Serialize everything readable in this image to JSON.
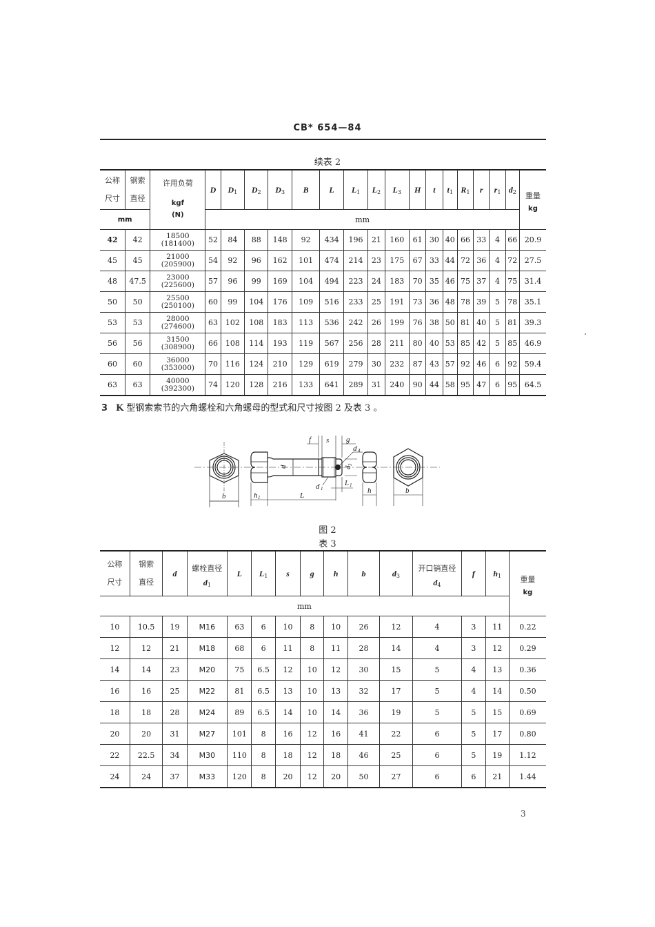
{
  "header": {
    "doc_code": "CB* 654—84"
  },
  "table2": {
    "caption": "续表 2",
    "headers": {
      "nominal_size": [
        "公称",
        "尺寸"
      ],
      "rope_diameter": [
        "钢索",
        "直径"
      ],
      "allowable_load": [
        "许用负荷",
        "kgf",
        "(N)"
      ],
      "dims": [
        {
          "sym": "D",
          "sub": ""
        },
        {
          "sym": "D",
          "sub": "1"
        },
        {
          "sym": "D",
          "sub": "2"
        },
        {
          "sym": "D",
          "sub": "3"
        },
        {
          "sym": "B",
          "sub": ""
        },
        {
          "sym": "L",
          "sub": ""
        },
        {
          "sym": "L",
          "sub": "1"
        },
        {
          "sym": "L",
          "sub": "2"
        },
        {
          "sym": "L",
          "sub": "3"
        },
        {
          "sym": "H",
          "sub": ""
        },
        {
          "sym": "t",
          "sub": ""
        },
        {
          "sym": "t",
          "sub": "1"
        },
        {
          "sym": "R",
          "sub": "1"
        },
        {
          "sym": "r",
          "sub": ""
        },
        {
          "sym": "r",
          "sub": "1"
        },
        {
          "sym": "d",
          "sub": "2"
        }
      ],
      "weight": [
        "重量",
        "kg"
      ],
      "unit_mm": "mm"
    },
    "rows": [
      [
        "42",
        "42",
        "18500",
        "(181400)",
        "52",
        "84",
        "88",
        "148",
        "92",
        "434",
        "196",
        "21",
        "160",
        "61",
        "30",
        "40",
        "66",
        "33",
        "4",
        "66",
        "20.9"
      ],
      [
        "45",
        "45",
        "21000",
        "(205900)",
        "54",
        "92",
        "96",
        "162",
        "101",
        "474",
        "214",
        "23",
        "175",
        "67",
        "33",
        "44",
        "72",
        "36",
        "4",
        "72",
        "27.5"
      ],
      [
        "48",
        "47.5",
        "23000",
        "(225600)",
        "57",
        "96",
        "99",
        "169",
        "104",
        "494",
        "223",
        "24",
        "183",
        "70",
        "35",
        "46",
        "75",
        "37",
        "4",
        "75",
        "31.4"
      ],
      [
        "50",
        "50",
        "25500",
        "(250100)",
        "60",
        "99",
        "104",
        "176",
        "109",
        "516",
        "233",
        "25",
        "191",
        "73",
        "36",
        "48",
        "78",
        "39",
        "5",
        "78",
        "35.1"
      ],
      [
        "53",
        "53",
        "28000",
        "(274600)",
        "63",
        "102",
        "108",
        "183",
        "113",
        "536",
        "242",
        "26",
        "199",
        "76",
        "38",
        "50",
        "81",
        "40",
        "5",
        "81",
        "39.3"
      ],
      [
        "56",
        "56",
        "31500",
        "(308900)",
        "66",
        "108",
        "114",
        "193",
        "119",
        "567",
        "256",
        "28",
        "211",
        "80",
        "40",
        "53",
        "85",
        "42",
        "5",
        "85",
        "46.9"
      ],
      [
        "60",
        "60",
        "36000",
        "(353000)",
        "70",
        "116",
        "124",
        "210",
        "129",
        "619",
        "279",
        "30",
        "232",
        "87",
        "43",
        "57",
        "92",
        "46",
        "6",
        "92",
        "59.4"
      ],
      [
        "63",
        "63",
        "40000",
        "(392300)",
        "74",
        "120",
        "128",
        "216",
        "133",
        "641",
        "289",
        "31",
        "240",
        "90",
        "44",
        "58",
        "95",
        "47",
        "6",
        "95",
        "64.5"
      ]
    ]
  },
  "clause": {
    "number": "3",
    "letter": "K",
    "text": "型钢索索节的六角螺栓和六角螺母的型式和尺寸按图 2 及表 3 。"
  },
  "figure": {
    "caption": "图 2",
    "labels": {
      "b": "b",
      "h1": "h",
      "h1_sub": "1",
      "L": "L",
      "d": "d",
      "f": "f",
      "s": "s",
      "g": "g",
      "d4": "d",
      "d4_sub": "4",
      "d3": "d",
      "d3_sub": "3",
      "d1": "d",
      "d1_sub": "1",
      "L1": "L",
      "L1_sub": "1",
      "h": "h"
    }
  },
  "table3": {
    "caption": "表 3",
    "headers": {
      "nominal_size": [
        "公称",
        "尺寸"
      ],
      "rope_diameter": [
        "钢索",
        "直径"
      ],
      "d": {
        "sym": "d",
        "sub": ""
      },
      "bolt_diameter": [
        "螺栓直径",
        "d",
        "1"
      ],
      "dims": [
        {
          "sym": "L",
          "sub": ""
        },
        {
          "sym": "L",
          "sub": "1"
        },
        {
          "sym": "s",
          "sub": ""
        },
        {
          "sym": "g",
          "sub": ""
        },
        {
          "sym": "h",
          "sub": ""
        },
        {
          "sym": "b",
          "sub": ""
        },
        {
          "sym": "d",
          "sub": "3"
        }
      ],
      "pin_diameter": [
        "开口销直径",
        "d",
        "4"
      ],
      "dims2": [
        {
          "sym": "f",
          "sub": ""
        },
        {
          "sym": "h",
          "sub": "1"
        }
      ],
      "weight": [
        "重量",
        "kg"
      ],
      "unit_mm": "mm"
    },
    "rows": [
      [
        "10",
        "10.5",
        "19",
        "M16",
        "63",
        "6",
        "10",
        "8",
        "10",
        "26",
        "12",
        "4",
        "3",
        "11",
        "0.22"
      ],
      [
        "12",
        "12",
        "21",
        "M18",
        "68",
        "6",
        "11",
        "8",
        "11",
        "28",
        "14",
        "4",
        "3",
        "12",
        "0.29"
      ],
      [
        "14",
        "14",
        "23",
        "M20",
        "75",
        "6.5",
        "12",
        "10",
        "12",
        "30",
        "15",
        "5",
        "4",
        "13",
        "0.36"
      ],
      [
        "16",
        "16",
        "25",
        "M22",
        "81",
        "6.5",
        "13",
        "10",
        "13",
        "32",
        "17",
        "5",
        "4",
        "14",
        "0.50"
      ],
      [
        "18",
        "18",
        "28",
        "M24",
        "89",
        "6.5",
        "14",
        "10",
        "14",
        "36",
        "19",
        "5",
        "5",
        "15",
        "0.69"
      ],
      [
        "20",
        "20",
        "31",
        "M27",
        "101",
        "8",
        "16",
        "12",
        "16",
        "41",
        "22",
        "6",
        "5",
        "17",
        "0.80"
      ],
      [
        "22",
        "22.5",
        "34",
        "M30",
        "110",
        "8",
        "18",
        "12",
        "18",
        "46",
        "25",
        "6",
        "5",
        "19",
        "1.12"
      ],
      [
        "24",
        "24",
        "37",
        "M33",
        "120",
        "8",
        "20",
        "12",
        "20",
        "50",
        "27",
        "6",
        "6",
        "21",
        "1.44"
      ]
    ]
  },
  "footer": {
    "page_number": "3"
  }
}
